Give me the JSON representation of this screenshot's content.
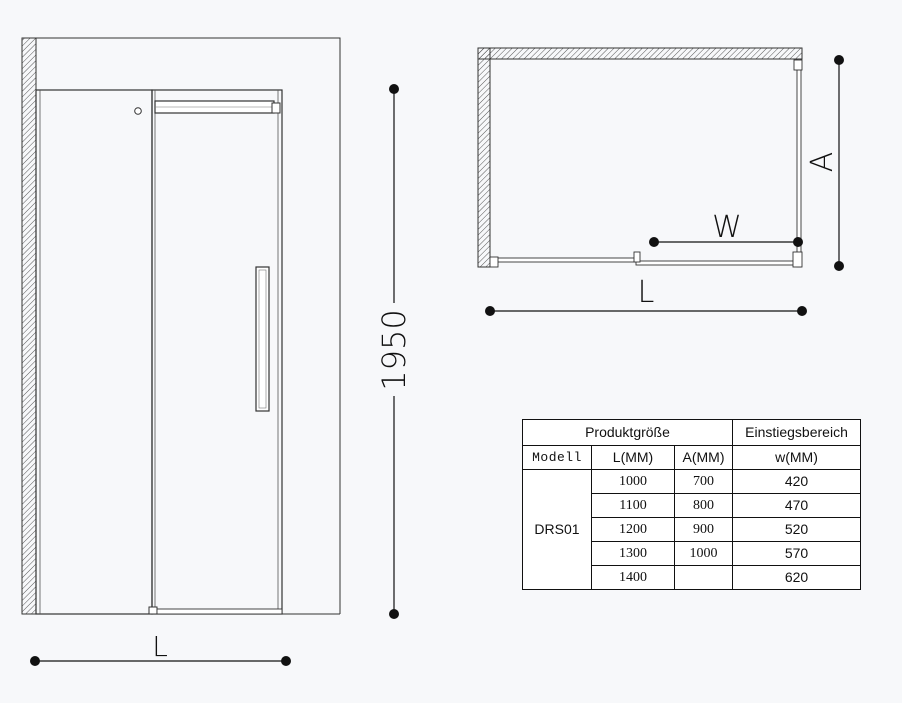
{
  "front_view": {
    "width_label": "L",
    "height_label": "1950"
  },
  "plan_view": {
    "entry_label": "W",
    "depth_label": "A",
    "length_label": "L"
  },
  "table": {
    "header": {
      "product_size": "Produktgröße",
      "entry_area": "Einstiegsbereich"
    },
    "columns": {
      "model": "Modell",
      "length": "L(MM)",
      "depth": "A(MM)",
      "entry": "w(MM)"
    },
    "model_name": "DRS01",
    "rows": [
      {
        "length": "1000",
        "depth": "700",
        "entry": "420"
      },
      {
        "length": "1100",
        "depth": "800",
        "entry": "470"
      },
      {
        "length": "1200",
        "depth": "900",
        "entry": "520"
      },
      {
        "length": "1300",
        "depth": "1000",
        "entry": "570"
      },
      {
        "length": "1400",
        "depth": "",
        "entry": "620"
      }
    ]
  }
}
